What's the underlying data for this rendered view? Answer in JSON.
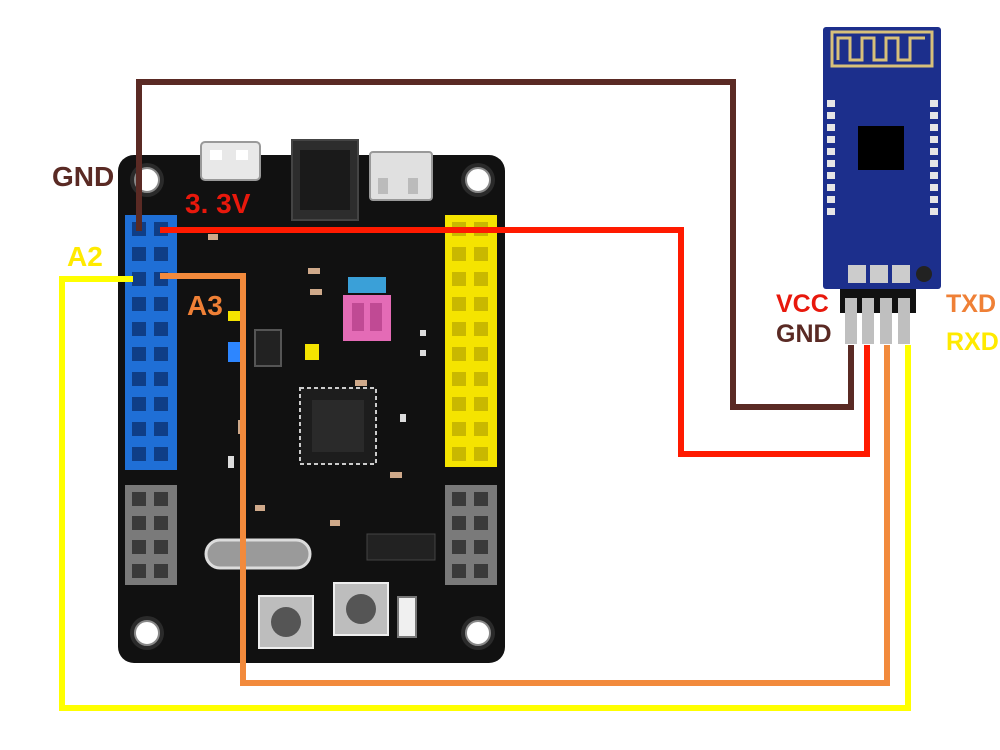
{
  "labels": {
    "gnd_board": "GND",
    "v33": "3. 3V",
    "a2": "A2",
    "a3": "A3",
    "vcc": "VCC",
    "gnd_module": "GND",
    "txd": "TXD",
    "rxd": "RXD"
  },
  "colors": {
    "wire_gnd": "#5a2a24",
    "wire_vcc": "#ff1a00",
    "wire_a3": "#f28a3c",
    "wire_a2": "#ffff00",
    "label_gnd": "#5a2a24",
    "label_vcc": "#e8180c",
    "label_a3": "#ef8036",
    "label_a2": "#ffea00",
    "board": "#111111",
    "header_blue": "#1f6fd6",
    "header_yellow": "#f5e400",
    "header_gray": "#7a7a7a",
    "module": "#1c2f8c"
  },
  "icons": [
    "mounting-hole-icon",
    "usb-connector-icon",
    "power-jack-icon",
    "chip-icon",
    "button-icon",
    "antenna-icon"
  ]
}
